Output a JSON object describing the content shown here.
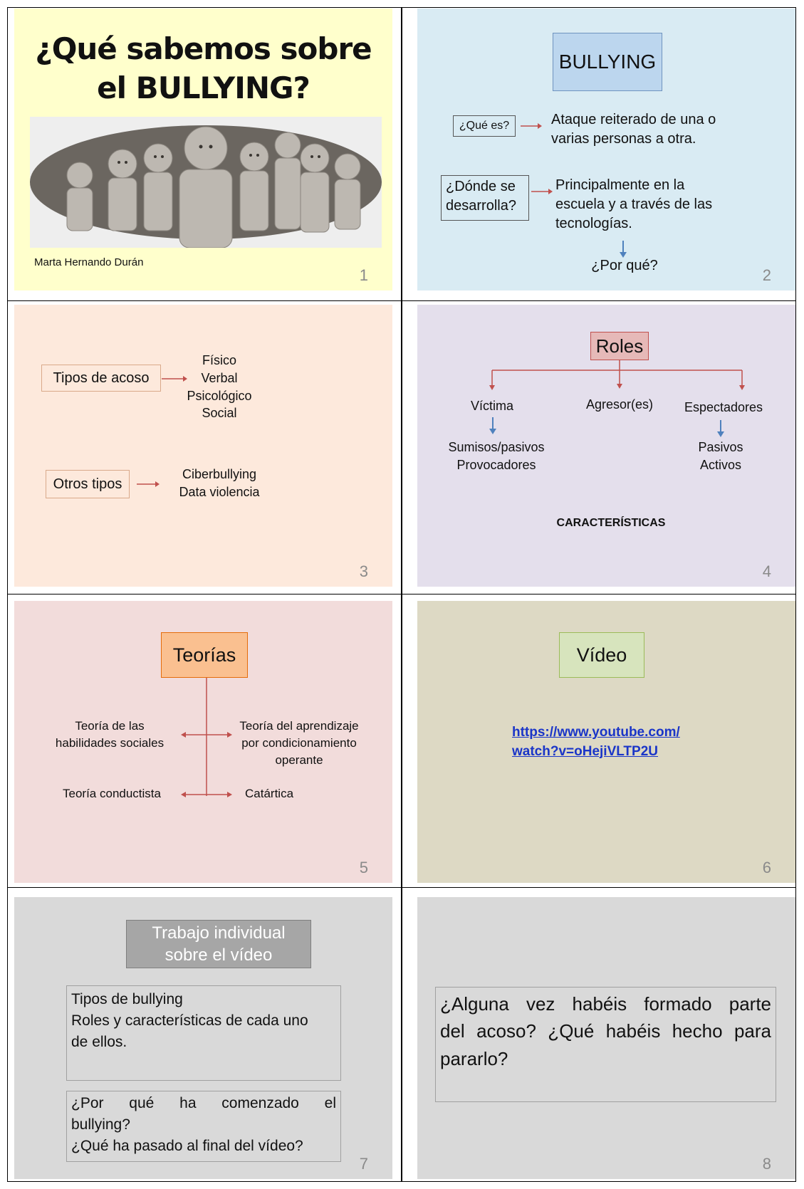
{
  "slides": {
    "s1": {
      "title_line1": "¿Qué sabemos sobre",
      "title_line2": "el BULLYING?",
      "author": "Marta Hernando Durán",
      "number": "1",
      "image_desc": "illustration"
    },
    "s2": {
      "heading": "BULLYING",
      "q1_label": "¿Qué es?",
      "q1_answer_line1": "Ataque reiterado de una o",
      "q1_answer_line2": "varias personas a otra.",
      "q2_label_line1": "¿Dónde se",
      "q2_label_line2": "desarrolla?",
      "q2_answer_line1": "Principalmente en la",
      "q2_answer_line2": "escuela y a través de las",
      "q2_answer_line3": "tecnologías.",
      "why": "¿Por qué?",
      "number": "2"
    },
    "s3": {
      "types_label": "Tipos de acoso",
      "types": [
        "Físico",
        "Verbal",
        "Psicológico",
        "Social"
      ],
      "other_label": "Otros tipos",
      "other_types": [
        "Ciberbullying",
        "Data violencia"
      ],
      "number": "3"
    },
    "s4": {
      "heading": "Roles",
      "victim": "Víctima",
      "aggressor": "Agresor(es)",
      "spectators": "Espectadores",
      "victim_types": [
        "Sumisos/pasivos",
        "Provocadores"
      ],
      "spectator_types": [
        "Pasivos",
        "Activos"
      ],
      "characteristics": "CARACTERÍSTICAS",
      "number": "4"
    },
    "s5": {
      "heading": "Teorías",
      "t1_line1": "Teoría de las",
      "t1_line2": "habilidades sociales",
      "t2_line1": "Teoría del aprendizaje",
      "t2_line2": "por condicionamiento",
      "t2_line3": "operante",
      "t3": "Teoría conductista",
      "t4": "Catártica",
      "number": "5"
    },
    "s6": {
      "heading": "Vídeo",
      "link_line1": "https://www.youtube.com/",
      "link_line2": "watch?v=oHejiVLTP2U",
      "number": "6"
    },
    "s7": {
      "heading_line1": "Trabajo individual",
      "heading_line2": "sobre el vídeo",
      "box1_line1": "Tipos de bullying",
      "box1_line2": "Roles y características de cada uno",
      "box1_line3": "de ellos.",
      "box2_line1": "¿Por qué ha comenzado el",
      "box2_line2": "bullying?",
      "box2_line3": "¿Qué ha pasado al final del vídeo?",
      "number": "7"
    },
    "s8": {
      "line1": "¿Alguna vez habéis formado parte",
      "line2": "del acoso? ¿Qué habéis hecho para",
      "line3": "pararlo?",
      "number": "8"
    }
  },
  "colors": {
    "s1_bg": "#ffffcc",
    "s2_bg": "#d9ebf3",
    "s3_bg": "#fde9dc",
    "s4_bg": "#e4dfec",
    "s5_bg": "#f2dcdb",
    "s6_bg": "#ddd9c4",
    "s7_bg": "#d9d9d9",
    "s8_bg": "#d9d9d9",
    "arrow_red": "#c0504d",
    "arrow_blue": "#4f81bd"
  }
}
